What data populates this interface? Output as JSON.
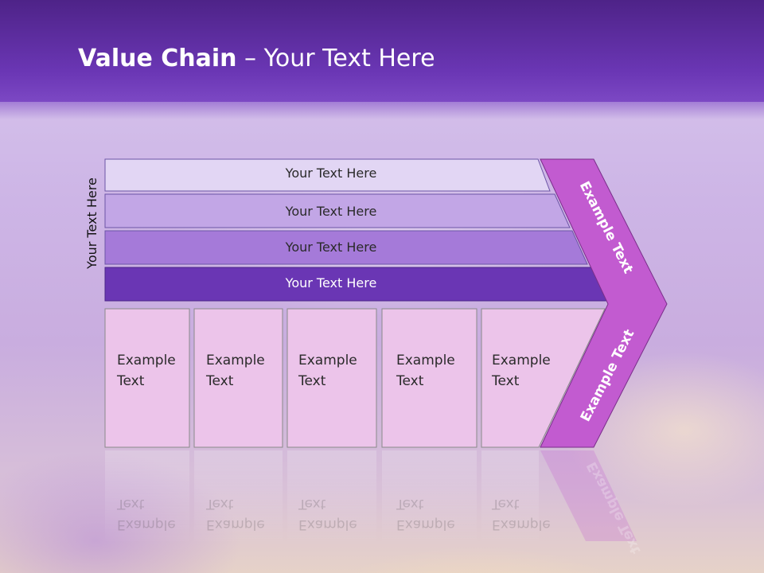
{
  "title": {
    "bold": "Value Chain",
    "rest": " – Your Text Here"
  },
  "side_label": "Your Text Here",
  "bands": [
    {
      "label": "Your Text Here",
      "color": "#e2d6f4"
    },
    {
      "label": "Your Text Here",
      "color": "#c2a6e6"
    },
    {
      "label": "Your Text Here",
      "color": "#a57ad9"
    },
    {
      "label": "Your Text Here",
      "color": "#6a36b4"
    }
  ],
  "boxes": [
    {
      "line1": "Example",
      "line2": "Text"
    },
    {
      "line1": "Example",
      "line2": "Text"
    },
    {
      "line1": "Example",
      "line2": "Text"
    },
    {
      "line1": "Example",
      "line2": "Text"
    },
    {
      "line1": "Example",
      "line2": "Text"
    }
  ],
  "arrow": {
    "upper_label": "Example Text",
    "lower_label": "Example Text",
    "color": "#c25bd0"
  },
  "colors": {
    "header": "#6a36b4",
    "box_fill": "#ecc4ea"
  }
}
